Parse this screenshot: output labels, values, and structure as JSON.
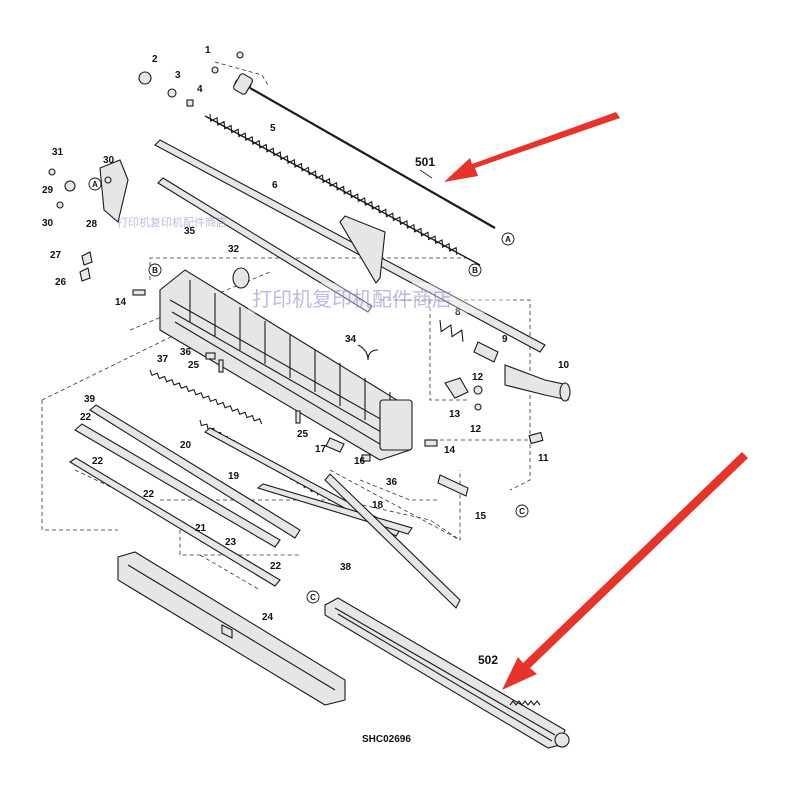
{
  "diagram": {
    "drawing_code": "SHC02696",
    "watermark_text": "打印机复印机配件商店",
    "callouts": [
      "1",
      "2",
      "3",
      "4",
      "5",
      "6",
      "8",
      "9",
      "10",
      "11",
      "12",
      "12",
      "13",
      "14",
      "14",
      "15",
      "16",
      "17",
      "18",
      "19",
      "20",
      "21",
      "22",
      "22",
      "22",
      "22",
      "23",
      "24",
      "25",
      "25",
      "26",
      "27",
      "28",
      "29",
      "30",
      "30",
      "31",
      "32",
      "34",
      "35",
      "36",
      "36",
      "37",
      "38",
      "39",
      "501",
      "502"
    ],
    "connectors": [
      "A",
      "A",
      "B",
      "B",
      "C",
      "C"
    ],
    "arrow_color": "#e8332a"
  }
}
